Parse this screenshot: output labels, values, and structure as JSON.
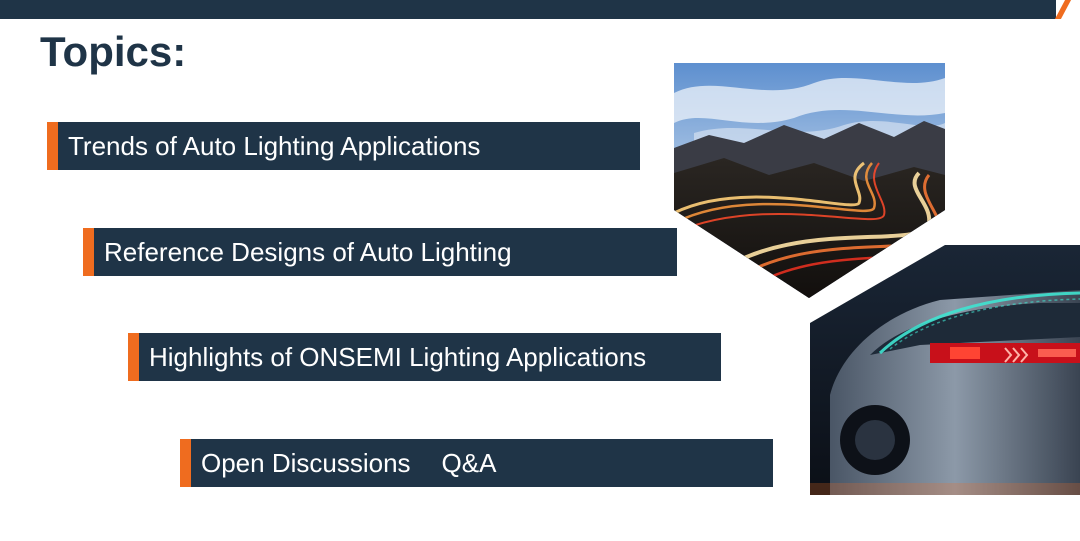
{
  "slide": {
    "title": "Topics:",
    "topics": [
      {
        "label": "Trends of Auto Lighting Applications"
      },
      {
        "label": "Reference Designs of Auto Lighting"
      },
      {
        "label": "Highlights of ONSEMI Lighting Applications"
      },
      {
        "label": "Open Discussions",
        "extra": "Q&A"
      }
    ]
  },
  "colors": {
    "navy": "#1f3447",
    "accent_orange": "#ef6c1f",
    "background": "#ffffff"
  },
  "images": {
    "road_photo": "night-mountain-road-light-trails",
    "car_photo": "car-taillight-night"
  }
}
